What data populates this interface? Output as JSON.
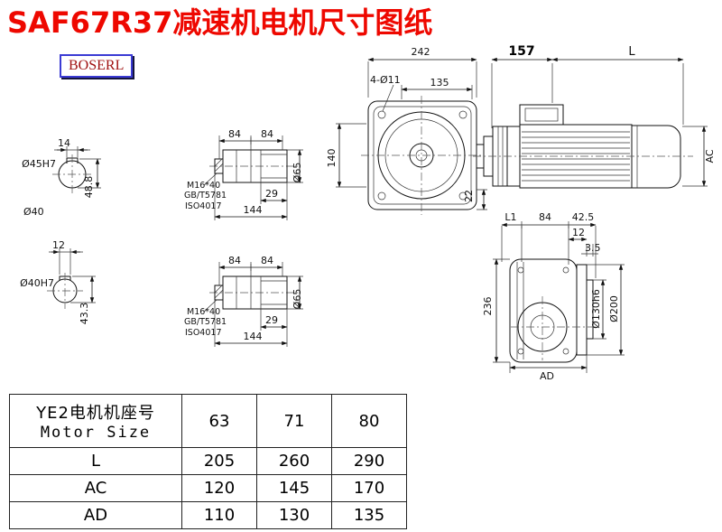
{
  "page": {
    "title": "SAF67R37减速机电机尺寸图纸",
    "brand": "BOSERL"
  },
  "views": {
    "shaft_end_45": {
      "keyway_width": "14",
      "bore": "Ø45H7",
      "keyway_depth": "48.8",
      "outer_dia": "Ø40"
    },
    "shaft_end_40": {
      "keyway_width": "12",
      "bore": "Ø40H7",
      "keyway_depth": "43.3"
    },
    "shaft_detail_top": {
      "len_a": "84",
      "len_b": "84",
      "len_c": "29",
      "len_total": "144",
      "dia": "Ø65",
      "bolt": "M16*40",
      "std1": "GB/T5781",
      "std2": "ISO4017"
    },
    "shaft_detail_bottom": {
      "len_a": "84",
      "len_b": "84",
      "len_c": "29",
      "len_total": "144",
      "dia": "Ø65",
      "bolt": "M16*40",
      "std1": "GB/T5781",
      "std2": "ISO4017"
    },
    "front_view": {
      "width": "242",
      "flange_len": "157",
      "motor_len": "L",
      "hole_pitch": "135",
      "holes": "4-Ø11",
      "center_height": "140",
      "bottom_clearance": "22",
      "motor_dia": "AC"
    },
    "side_view": {
      "l1": "L1",
      "mid_len": "84",
      "right_len": "42.5",
      "step1": "12",
      "step2": "3.5",
      "height": "236",
      "spigot_dia": "Ø130h6",
      "flange_dia": "Ø200",
      "foot_dim": "AD"
    }
  },
  "table": {
    "header": {
      "label_cn": "YE2电机机座号",
      "label_en": "Motor Size",
      "sizes": [
        "63",
        "71",
        "80"
      ]
    },
    "rows": [
      {
        "label": "L",
        "values": [
          "205",
          "260",
          "290"
        ]
      },
      {
        "label": "AC",
        "values": [
          "120",
          "145",
          "170"
        ]
      },
      {
        "label": "AD",
        "values": [
          "110",
          "130",
          "135"
        ]
      }
    ]
  }
}
